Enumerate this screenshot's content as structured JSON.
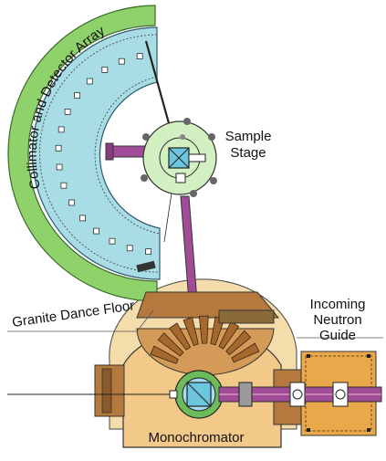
{
  "labels": {
    "detector_array": "Collimator and Detector Array",
    "sample_stage_line1": "Sample",
    "sample_stage_line2": "Stage",
    "granite_floor": "Granite Dance Floor",
    "guide_line1": "Incoming",
    "guide_line2": "Neutron",
    "guide_line3": "Guide",
    "monochromator": "Monochromator"
  },
  "colors": {
    "detector_green": "#8fd16b",
    "collimator_blue": "#a9dde6",
    "sample_green": "#d3f0c2",
    "beam_purple": "#a24b97",
    "granite_tan": "#f5dcab",
    "mono_housing": "#f3c98a",
    "wedge_brown": "#b5793e",
    "guide_orange": "#e9a94a",
    "crystal_blue": "#6cc6dd"
  }
}
